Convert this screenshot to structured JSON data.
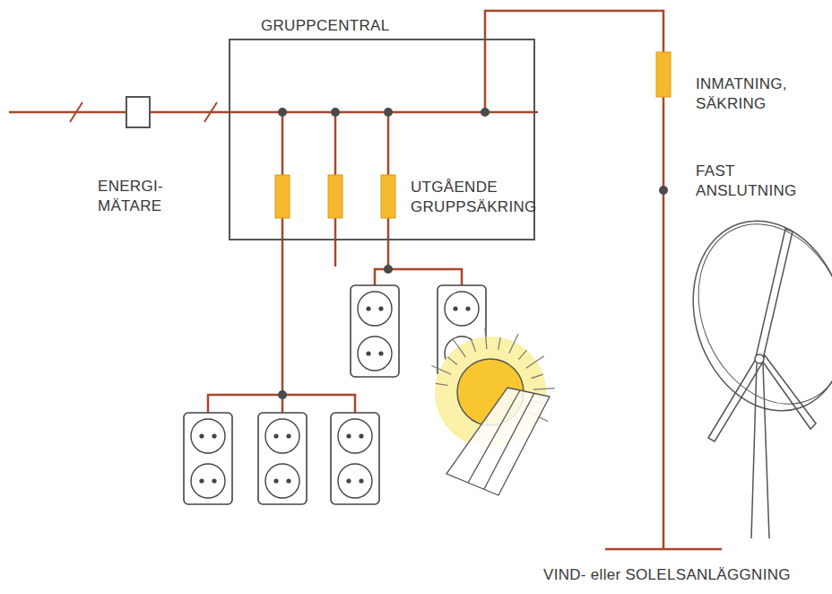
{
  "diagram": {
    "nodes": [
      {
        "text": [
          "GRUPPCENTRAL"
        ]
      },
      {
        "text": [
          "ENERGI- MÄTARE"
        ]
      }
    ],
    "edges": [
      {
        "from": 1,
        "to": 0,
        "arrow": "none"
      }
    ],
    "labels": [
      "UTGÅENDE GRUPPSÄKRING",
      "INMATNING, SÄKRING",
      "FAST ANSLUTNING",
      "VIND- eller SOLELSANLÄGGNING"
    ]
  }
}
